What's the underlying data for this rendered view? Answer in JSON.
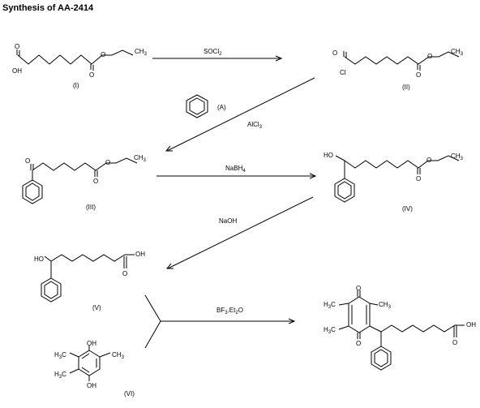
{
  "title": "Synthesis of AA-2414",
  "compounds": {
    "c1": {
      "label": "(I)",
      "atoms": {
        "o_top": "O",
        "oh": "OH",
        "o_carbonyl": "O",
        "o_ester": "O",
        "ch3": "CH",
        "ch3_sub": "3"
      }
    },
    "c2": {
      "label": "(II)",
      "atoms": {
        "o_top": "O",
        "cl": "Cl",
        "o_carbonyl": "O",
        "o_ester": "O",
        "ch3": "CH",
        "ch3_sub": "3"
      }
    },
    "benzene": {
      "label": "(A)"
    },
    "c3": {
      "label": "(III)",
      "atoms": {
        "o_ketone": "O",
        "o_carbonyl": "O",
        "o_ester": "O",
        "ch3": "CH",
        "ch3_sub": "3"
      }
    },
    "c4": {
      "label": "(IV)",
      "atoms": {
        "ho": "HO",
        "o_carbonyl": "O",
        "o_ester": "O",
        "ch3": "CH",
        "ch3_sub": "3"
      }
    },
    "c5": {
      "label": "(V)",
      "atoms": {
        "ho": "HO",
        "oh": "OH",
        "o_carbonyl": "O"
      }
    },
    "c6": {
      "label": "(VI)",
      "atoms": {
        "oh_top": "OH",
        "oh_bottom": "OH",
        "h3c_1": "H",
        "h3c_2": "H",
        "h3c_3": "H",
        "sub": "3",
        "c": "C"
      }
    },
    "product": {
      "atoms": {
        "o_top": "O",
        "o_bottom": "O",
        "oh": "OH",
        "o_carbonyl": "O",
        "h3c_1": "H",
        "h3c_2": "H",
        "ch3": "CH",
        "sub": "3",
        "c": "C"
      }
    }
  },
  "reagents": {
    "r1_main": "SOCl",
    "r1_sub": "2",
    "r2": "AlCl",
    "r2_sub": "3",
    "r3_main": "NaBH",
    "r3_sub": "4",
    "r4": "NaOH",
    "r5_a": "BF",
    "r5_a_sub": "3",
    "r5_b": ".Et",
    "r5_b_sub": "2",
    "r5_c": "O"
  }
}
